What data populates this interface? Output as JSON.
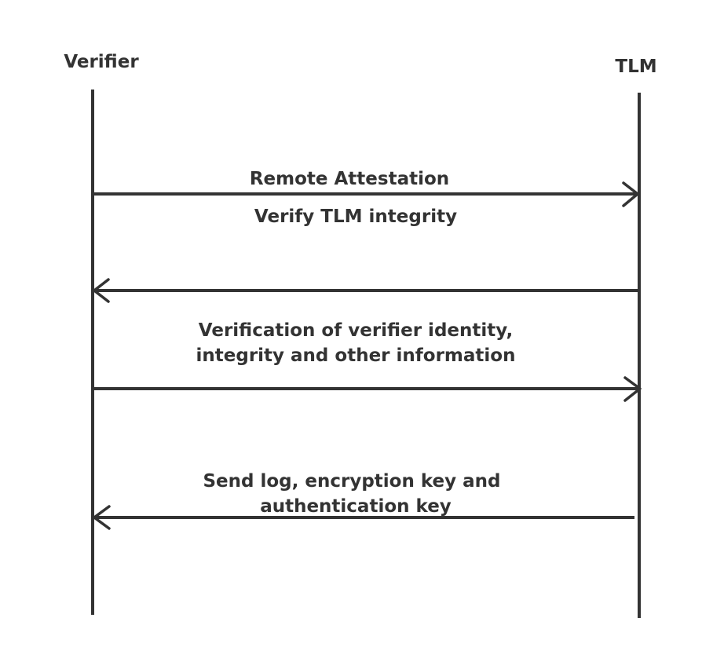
{
  "actors": {
    "left": "Verifier",
    "right": "TLM"
  },
  "messages": [
    {
      "label_lines": [
        "Remote Attestation"
      ],
      "direction": "right"
    },
    {
      "label_lines": [
        "Verify TLM integrity"
      ],
      "direction": "left"
    },
    {
      "label_lines": [
        "Verification of verifier identity,",
        "integrity and other information"
      ],
      "direction": "right"
    },
    {
      "label_lines": [
        "Send log, encryption key and",
        "authentication key"
      ],
      "direction": "left"
    }
  ],
  "colors": {
    "stroke": "#333333",
    "background": "#ffffff"
  }
}
